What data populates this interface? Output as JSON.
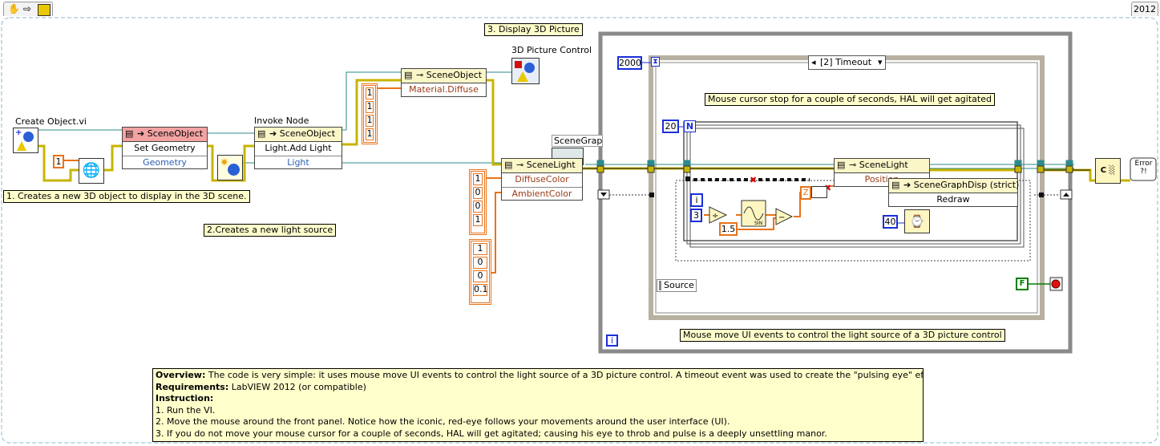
{
  "toolbar": {
    "hand_icon": "hand-icon",
    "arrow_icon": "arrow-icon",
    "labview_icon": "labview-icon",
    "version": "2012"
  },
  "labels": {
    "create_object": "Create Object.vi",
    "invoke_node": "Invoke Node",
    "picture_control": "3D Picture Control",
    "scene_graph": "SceneGrap"
  },
  "notes": {
    "step1": "1. Creates a new 3D object to display in the 3D scene.",
    "step2": "2.Creates a new light source",
    "step3": "3. Display 3D Picture",
    "hal": "Mouse cursor stop for a couple of seconds, HAL will get agitated",
    "mouse_move": "Mouse move UI events to control the light source of a 3D picture control"
  },
  "nodes": {
    "set_geometry": {
      "class": "SceneObject",
      "method": "Set Geometry",
      "param": "Geometry"
    },
    "add_light": {
      "class": "SceneObject",
      "method": "Light.Add Light",
      "param": "Light"
    },
    "material": {
      "class": "SceneObject",
      "prop": "Material.Diffuse"
    },
    "scenelight_props": {
      "class": "SceneLight",
      "prop1": "DiffuseColor",
      "prop2": "AmbientColor"
    },
    "scenelight_pos": {
      "class": "SceneLight",
      "prop": "Position"
    },
    "redraw": {
      "class": "SceneGraphDisp (strict)",
      "method": "Redraw"
    }
  },
  "constants": {
    "one": "1",
    "timeout": "2000",
    "loop_n": "20",
    "divisor": "3",
    "scale": "1.5",
    "wait": "40",
    "stop": "F",
    "iter": "i",
    "bool_z": "Z",
    "array_diffuse": [
      "1",
      "1",
      "1",
      "1"
    ],
    "array_light1": [
      "1",
      "0",
      "0",
      "1"
    ],
    "array_light2": [
      "1",
      "0",
      "0",
      "0.1"
    ]
  },
  "event": {
    "case_label": "[2] Timeout",
    "source_label": "Source"
  },
  "description": {
    "overview_title": "Overview:",
    "overview_text": " The code is very simple: it uses mouse move UI events to control the light source of a 3D picture control. A timeout event was used to create the \"pulsing eye\" effect.",
    "requirements_title": "Requirements:",
    "requirements_text": " LabVIEW 2012 (or compatible)",
    "instruction_title": "Instruction:",
    "steps": [
      "1. Run the VI.",
      "2. Move the mouse around the front panel. Notice how the iconic, red-eye follows your movements around the user interface (UI).",
      "3. If you do not move your mouse cursor for a couple of seconds, HAL will get agitated; causing his eye to throb and pulse is a deeply unsettling manor."
    ]
  }
}
